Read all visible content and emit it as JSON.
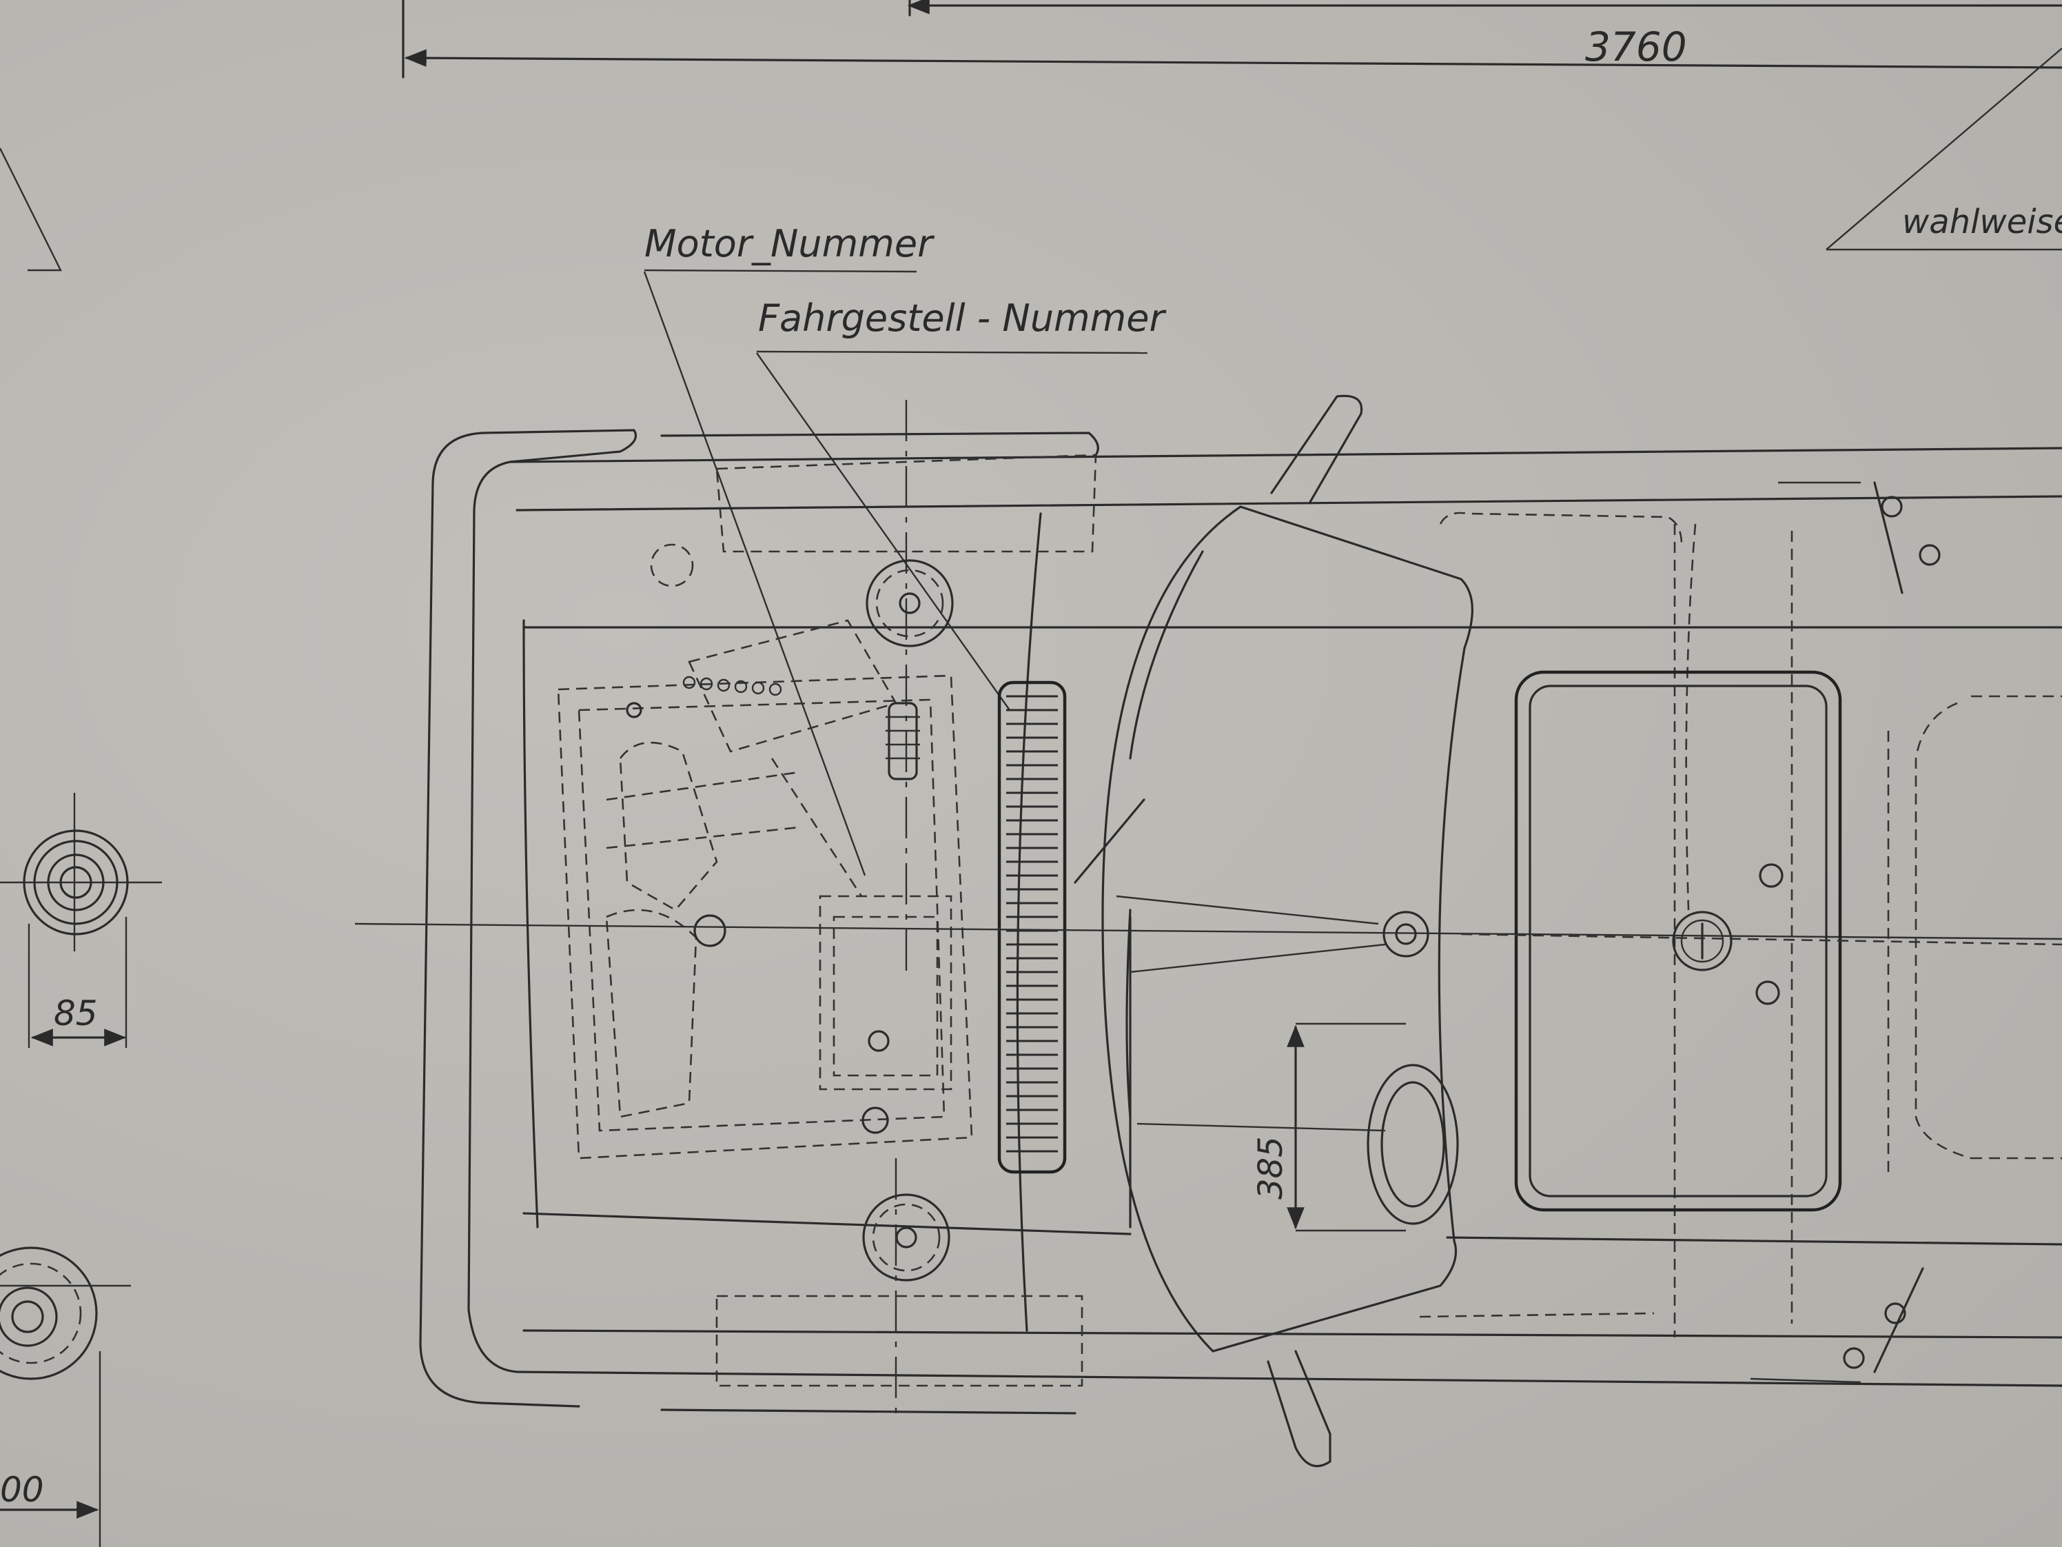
{
  "drawing": {
    "labels": {
      "motor_number": "Motor_Nummer",
      "chassis_number": "Fahrgestell - Nummer",
      "optional": "wahlweise"
    },
    "dimensions": {
      "overall_length": "3760",
      "wheel_width": "85",
      "seat_offset": "385",
      "partial_bottom_left": "00"
    }
  }
}
